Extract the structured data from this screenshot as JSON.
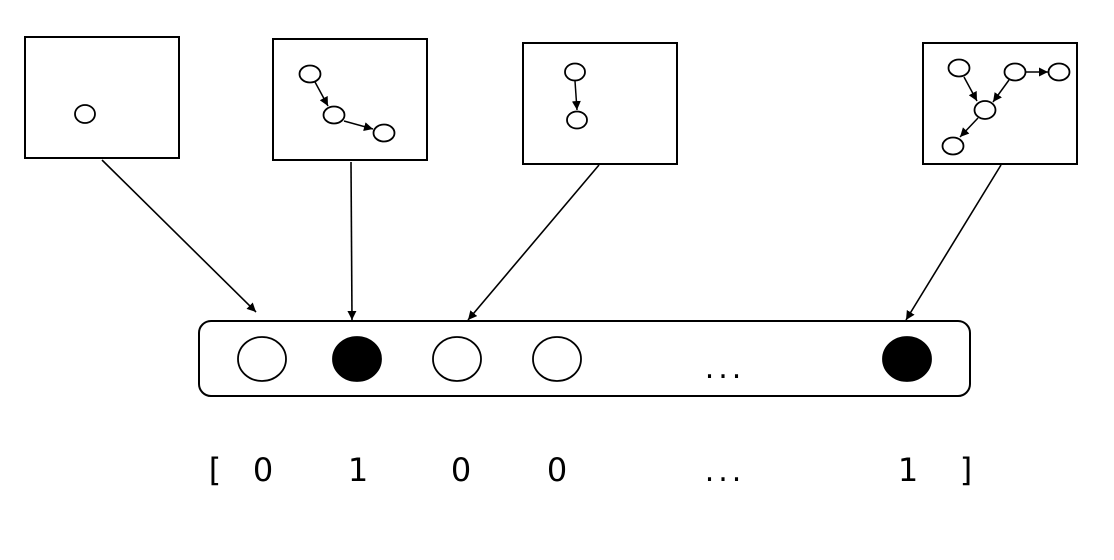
{
  "vector_bar": {
    "slots": [
      {
        "filled": false
      },
      {
        "filled": true
      },
      {
        "filled": false
      },
      {
        "filled": false
      },
      {
        "filled": true
      }
    ],
    "ellipsis": "..."
  },
  "bit_vector": {
    "open_bracket": "[",
    "close_bracket": "]",
    "values": [
      "0",
      "1",
      "0",
      "0",
      "...",
      "1"
    ]
  },
  "subgraphs": [
    {
      "nodes": 1,
      "edges": 0
    },
    {
      "nodes": 3,
      "edges": 2
    },
    {
      "nodes": 2,
      "edges": 1
    },
    {
      "nodes": 5,
      "edges": 4
    }
  ],
  "colors": {
    "stroke": "#000000",
    "filled_slot": "#000000",
    "empty_slot": "#ffffff"
  }
}
